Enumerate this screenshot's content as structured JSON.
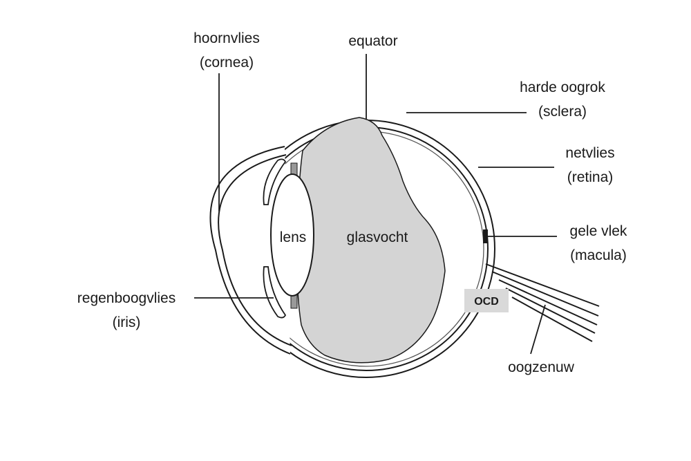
{
  "diagram": {
    "labels": {
      "cornea": {
        "line1": "hoornvlies",
        "line2": "(cornea)"
      },
      "equator": {
        "line1": "equator"
      },
      "sclera": {
        "line1": "harde oogrok",
        "line2": "(sclera)"
      },
      "retina": {
        "line1": "netvlies",
        "line2": "(retina)"
      },
      "macula": {
        "line1": "gele vlek",
        "line2": "(macula)"
      },
      "iris": {
        "line1": "regenboogvlies",
        "line2": "(iris)"
      },
      "optic_nerve": {
        "line1": "oogzenuw"
      },
      "lens": {
        "line1": "lens"
      },
      "vitreous": {
        "line1": "glasvocht"
      },
      "ocd": {
        "line1": "OCD"
      }
    },
    "colors": {
      "line": "#1a1a1a",
      "vitreous_fill": "#d4d4d4",
      "ocd_background": "#d9d9d9"
    }
  }
}
